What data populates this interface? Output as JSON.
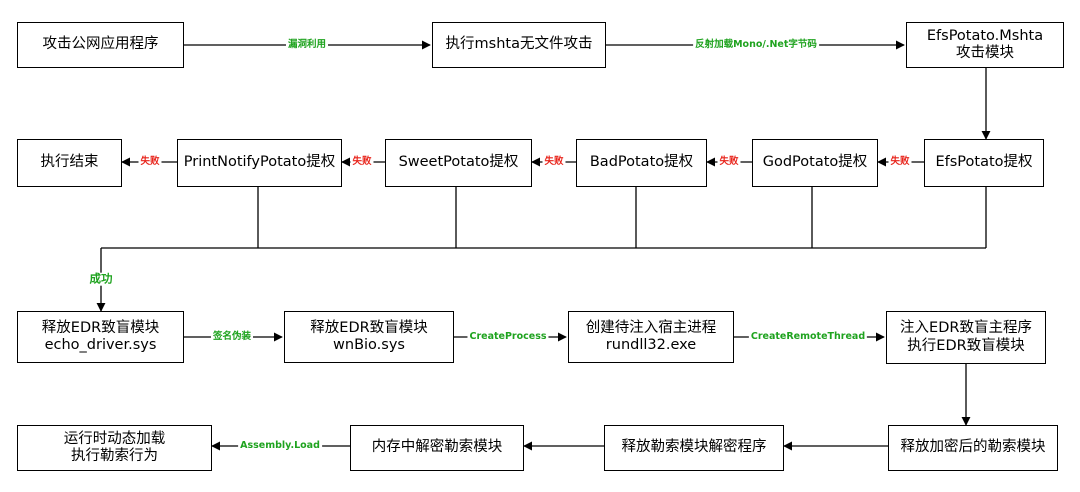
{
  "nodes": {
    "attack_public_app": "攻击公网应用程序",
    "exec_mshta": "执行mshta无文件攻击",
    "efs_mshta_line1": "EfsPotato.Mshta",
    "efs_mshta_line2": "攻击模块",
    "efs_potato": "EfsPotato提权",
    "god_potato": "GodPotato提权",
    "bad_potato": "BadPotato提权",
    "sweet_potato": "SweetPotato提权",
    "printnotify_potato": "PrintNotifyPotato提权",
    "exec_end": "执行结束",
    "release_edr1_line1": "释放EDR致盲模块",
    "release_edr1_line2": "echo_driver.sys",
    "release_edr2_line1": "释放EDR致盲模块",
    "release_edr2_line2": "wnBio.sys",
    "create_host_line1": "创建待注入宿主进程",
    "create_host_line2": "rundll32.exe",
    "inject_line1": "注入EDR致盲主程序",
    "inject_line2": "执行EDR致盲模块",
    "release_ransom": "释放加密后的勒索模块",
    "release_decryptor": "释放勒索模块解密程序",
    "decrypt_in_memory": "内存中解密勒索模块",
    "runtime_line1": "运行时动态加载",
    "runtime_line2": "执行勒索行为"
  },
  "edges": {
    "exploit": "漏洞利用",
    "reflective_load": "反射加载Mono/.Net字节码",
    "fail": "失败",
    "success": "成功",
    "signature_spoof": "签名伪装",
    "create_process": "CreateProcess",
    "create_remote_thread": "CreateRemoteThread",
    "assembly_load": "Assembly.Load"
  },
  "colors": {
    "success_label": "#1fa31f",
    "failure_label": "#e8231a",
    "line": "#000000"
  }
}
